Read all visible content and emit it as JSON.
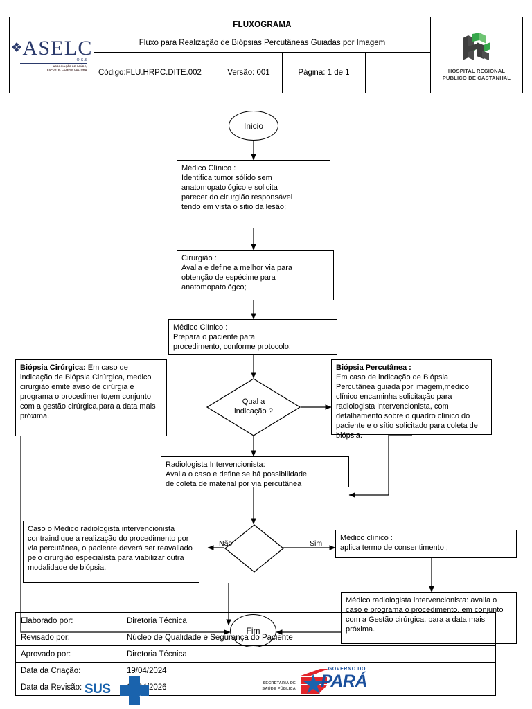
{
  "header": {
    "title": "FLUXOGRAMA",
    "subtitle": "Fluxo para Realização de Biópsias Percutâneas Guiadas por Imagem",
    "codigo": "Código:FLU.HRPC.DITE.002",
    "versao": "Versão: 001",
    "pagina": "Página: 1 de 1",
    "blank": "",
    "left_logo": {
      "mark": "❖",
      "word": "ASELC",
      "oss": "O.S.S",
      "sub_line1": "ASSOCIAÇÃO DE SAÚDE,",
      "sub_line2": "ESPORTE, LAZER E CULTURA"
    },
    "right_logo": {
      "mark": "HR",
      "line1": "HOSPITAL REGIONAL",
      "line2": "PUBLICO DE CASTANHAL"
    }
  },
  "flow": {
    "start": "Inicio",
    "n1_line1": "Médico Clínico :",
    "n1_line2": "Identifica tumor sólido sem",
    "n1_line3": "anatomopatológico e solicita",
    "n1_line4": "parecer do cirurgião responsável",
    "n1_line5": "tendo em vista o sitio da lesão;",
    "n2_line1": "Cirurgião :",
    "n2_line2": "Avalia e define a melhor via para",
    "n2_line3": "obtenção de espécime para",
    "n2_line4": "anatomopatológco;",
    "n3_line1": "Médico Clínico :",
    "n3_line2": "Prepara o paciente  para",
    "n3_line3": "procedimento, conforme protocolo;",
    "decision1": "Qual a\nindicação ?",
    "decision1_l1": "Qual a",
    "decision1_l2": "indicação ?",
    "left_box_strong": "Biópsia Cirúrgica:",
    "left_box_rest": " Em caso de indicação de Biópsia Cirúrgica, medico cirurgião emite aviso de cirúrgia e programa o procedimento,em conjunto com a gestão cirúrgica,para a data mais próxima.",
    "right_box_strong": "Biópsia Percutânea :",
    "right_box_rest": "Em caso de indicação de Biópsia Percutânea guiada por imagem,medico clínico encaminha solicitação para radiologista intervencionista, com detalhamento sobre  o quadro clínico do paciente e o sítio solicitado para coleta de biópsia.",
    "radio_line1": "Radiologista Intervencionista:",
    "radio_line2": "Avalia o caso e define se há possibilidade",
    "radio_line3": "de coleta de material por via percutânea",
    "decision2": "",
    "edge_nao": "Não",
    "edge_sim": "Sim",
    "contra_box": "Caso o Médico radiologista intervencionista contraindique a realização do procedimento por via percutânea, o paciente deverá ser reavaliado pelo cirurgião especialista para viabilizar outra modalidade de biópsia.",
    "consent_line1": "Médico clínico :",
    "consent_line2": " aplica termo de consentimento ;",
    "final_box": "Médico radiologista intervencionista: avalia o caso e programa o procedimento, em conjunto com a Gestão cirúrgica, para a data mais próxima.",
    "end": "Fim"
  },
  "signoff": {
    "rows": [
      {
        "label": "Elaborado por:",
        "value": "Diretoria Técnica"
      },
      {
        "label": "Revisado por:",
        "value": "Núcleo de Qualidade e Segurança do Paciente"
      },
      {
        "label": "Aprovado por:",
        "value": "Diretoria Técnica"
      },
      {
        "label": "Data da Criação:",
        "value": "19/04/2024"
      },
      {
        "label": "Data da Revisão:",
        "value": "19/04/2026"
      }
    ]
  },
  "footer": {
    "sus": "SUS",
    "sec_line1": "SECRETARIA DE",
    "sec_line2": "SAÚDE PÚBLICA",
    "gov": "GOVERNO DO",
    "para": "PARÁ"
  },
  "colors": {
    "aselc_blue": "#2b3a6b",
    "hr_green": "#35a64a",
    "hr_dark": "#404040",
    "sus_blue": "#1a63ad",
    "para_blue": "#1a4f9c",
    "para_red": "#e2252b",
    "line": "#000000"
  }
}
